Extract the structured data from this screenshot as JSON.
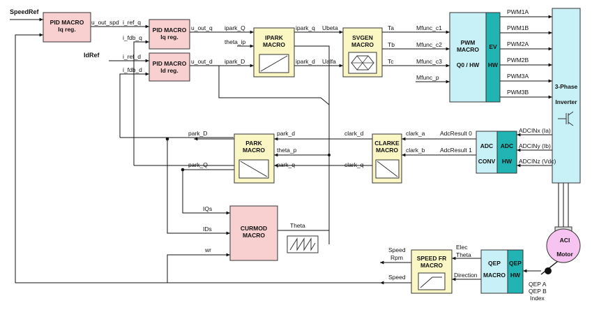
{
  "inputs": {
    "speed_ref": "SpeedRef",
    "id_ref": "IdRef"
  },
  "blocks": {
    "pid_speed": {
      "title1": "PID MACRO",
      "title2": "Iq reg."
    },
    "pid_iq": {
      "title1": "PID MACRO",
      "title2": "Iq reg."
    },
    "pid_id": {
      "title1": "PID MACRO",
      "title2": "Id reg."
    },
    "ipark": {
      "title1": "IPARK",
      "title2": "MACRO"
    },
    "svgen": {
      "title1": "SVGEN",
      "title2": "MACRO"
    },
    "pwm": {
      "title1": "PWM",
      "title2": "MACRO",
      "title3": "Q0 / HW"
    },
    "ev_hw": {
      "title1": "EV",
      "title2": "HW"
    },
    "inverter": {
      "title1": "3-Phase",
      "title2": "Inverter"
    },
    "park": {
      "title1": "PARK",
      "title2": "MACRO"
    },
    "clarke": {
      "title1": "CLARKE",
      "title2": "MACRO"
    },
    "adc_conv": {
      "title1": "ADC",
      "title2": "CONV"
    },
    "adc_hw": {
      "title1": "ADC",
      "title2": "HW"
    },
    "curmod": {
      "title1": "CURMOD",
      "title2": "MACRO"
    },
    "speed_fr": {
      "title1": "SPEED FR",
      "title2": "MACRO"
    },
    "qep": {
      "title1": "QEP",
      "title2": "MACRO"
    },
    "qep_hw": {
      "title1": "QEP",
      "title2": "HW"
    },
    "motor": {
      "title1": "ACI",
      "title2": "Motor"
    }
  },
  "signals": {
    "u_out_spd": "u_out_spd",
    "i_ref_q": "i_ref_q",
    "i_fdb_q": "i_fdb_q",
    "i_ref_d": "i_ref_d",
    "i_fdb_d": "i_fdb_d",
    "u_out_q": "u_out_q",
    "u_out_d": "u_out_d",
    "ipark_Q_in": "ipark_Q",
    "theta_ip_in": "theta_ip",
    "ipark_D_in": "ipark_D",
    "ipark_q_out": "ipark_q",
    "ipark_d_out": "ipark_d",
    "ubeta": "Ubeta",
    "ualfa": "Ualfa",
    "ta": "Ta",
    "tb": "Tb",
    "tc": "Tc",
    "mfunc_c1": "Mfunc_c1",
    "mfunc_c2": "Mfunc_c2",
    "mfunc_c3": "Mfunc_c3",
    "mfunc_p": "Mfunc_p",
    "pwm1a": "PWM1A",
    "pwm1b": "PWM1B",
    "pwm2a": "PWM2A",
    "pwm2b": "PWM2B",
    "pwm3a": "PWM3A",
    "pwm3b": "PWM3B",
    "park_D_out": "park_D",
    "park_Q_out": "park_Q",
    "park_d_in": "park_d",
    "theta_p_in": "theta_p",
    "park_q_in": "park_q",
    "clark_d": "clark_d",
    "clark_q": "clark_q",
    "clark_a": "clark_a",
    "clark_b": "clark_b",
    "adc_result0": "AdcResult 0",
    "adc_result1": "AdcResult 1",
    "adcin_x": "ADCINx (Ia)",
    "adcin_y": "ADCINy (Ib)",
    "adcin_z": "ADCINz (Vdc)",
    "iqs": "IQs",
    "ids": "IDs",
    "wr": "wr",
    "theta": "Theta",
    "speed_rpm_1": "Speed",
    "speed_rpm_2": "Rpm",
    "speed": "Speed",
    "elec_theta_1": "Elec",
    "elec_theta_2": "Theta",
    "direction": "Direction",
    "qep_a": "QEP A",
    "qep_b": "QEP B",
    "index": "Index"
  },
  "colors": {
    "pid": "#f9d0d0",
    "macro_yellow": "#fbf7c4",
    "pwm_cyan": "#c8f1f7",
    "hw_teal": "#22b3b3",
    "motor": "#f7c4f1"
  }
}
